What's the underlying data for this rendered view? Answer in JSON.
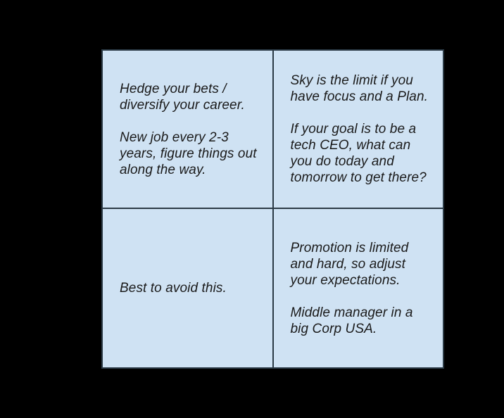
{
  "canvas": {
    "background_color": "#000000"
  },
  "matrix": {
    "type": "two-by-two-quadrant-table",
    "cell_fill_color": "#cfe2f3",
    "grid_line_color": "#2b3a45",
    "text_color": "#1a1a1a",
    "quadrants": [
      {
        "position": "top-left",
        "paragraphs": [
          "Hedge your bets / diversify your career.",
          "New job every 2-3 years, figure things out along the way."
        ]
      },
      {
        "position": "top-right",
        "paragraphs": [
          "Sky is the limit if you have focus and a Plan.",
          "If your goal is to be a tech CEO, what can you do today and tomorrow to get there?"
        ]
      },
      {
        "position": "bottom-left",
        "paragraphs": [
          "Best to avoid this."
        ]
      },
      {
        "position": "bottom-right",
        "paragraphs": [
          "Promotion is limited and hard, so adjust your expectations.",
          "Middle manager in a big Corp USA."
        ]
      }
    ]
  }
}
